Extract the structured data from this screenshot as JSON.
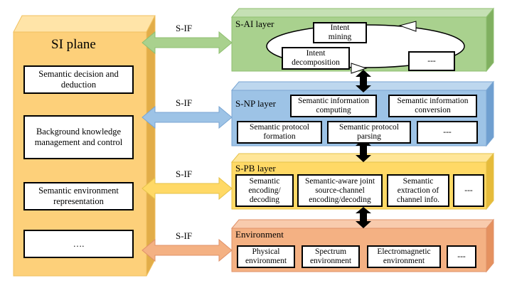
{
  "si_plane": {
    "title": "SI plane",
    "items": [
      "Semantic decision and deduction",
      "Background knowledge management and control",
      "Semantic environment representation",
      "…."
    ]
  },
  "interfaces": [
    "S-IF",
    "S-IF",
    "S-IF",
    "S-IF"
  ],
  "layers": {
    "sai": {
      "title": "S-AI layer",
      "items": [
        "Intent\nmining",
        "Intent\ndecomposition",
        "---"
      ]
    },
    "snp": {
      "title": "S-NP layer",
      "items": [
        "Semantic information\ncomputing",
        "Semantic information\nconversion",
        "Semantic protocol\nformation",
        "Semantic protocol\nparsing",
        "---"
      ]
    },
    "spb": {
      "title": "S-PB layer",
      "items": [
        "Semantic\nencoding/\ndecoding",
        "Semantic-aware joint\nsource-channel\nencoding/decoding",
        "Semantic\nextraction of\nchannel info.",
        "---"
      ]
    },
    "env": {
      "title": "Environment",
      "items": [
        "Physical\nenvironment",
        "Spectrum\nenvironment",
        "Electromagnetic\nenvironment",
        "---"
      ]
    }
  },
  "colors": {
    "si_plane": "#fdd07a",
    "sai": "#a9d18e",
    "snp": "#9dc3e6",
    "spb": "#ffd966",
    "env": "#f4b183",
    "arrow_green": "#a9d18e",
    "arrow_blue": "#9dc3e6",
    "arrow_yellow": "#ffd966",
    "arrow_orange": "#f4b183"
  }
}
